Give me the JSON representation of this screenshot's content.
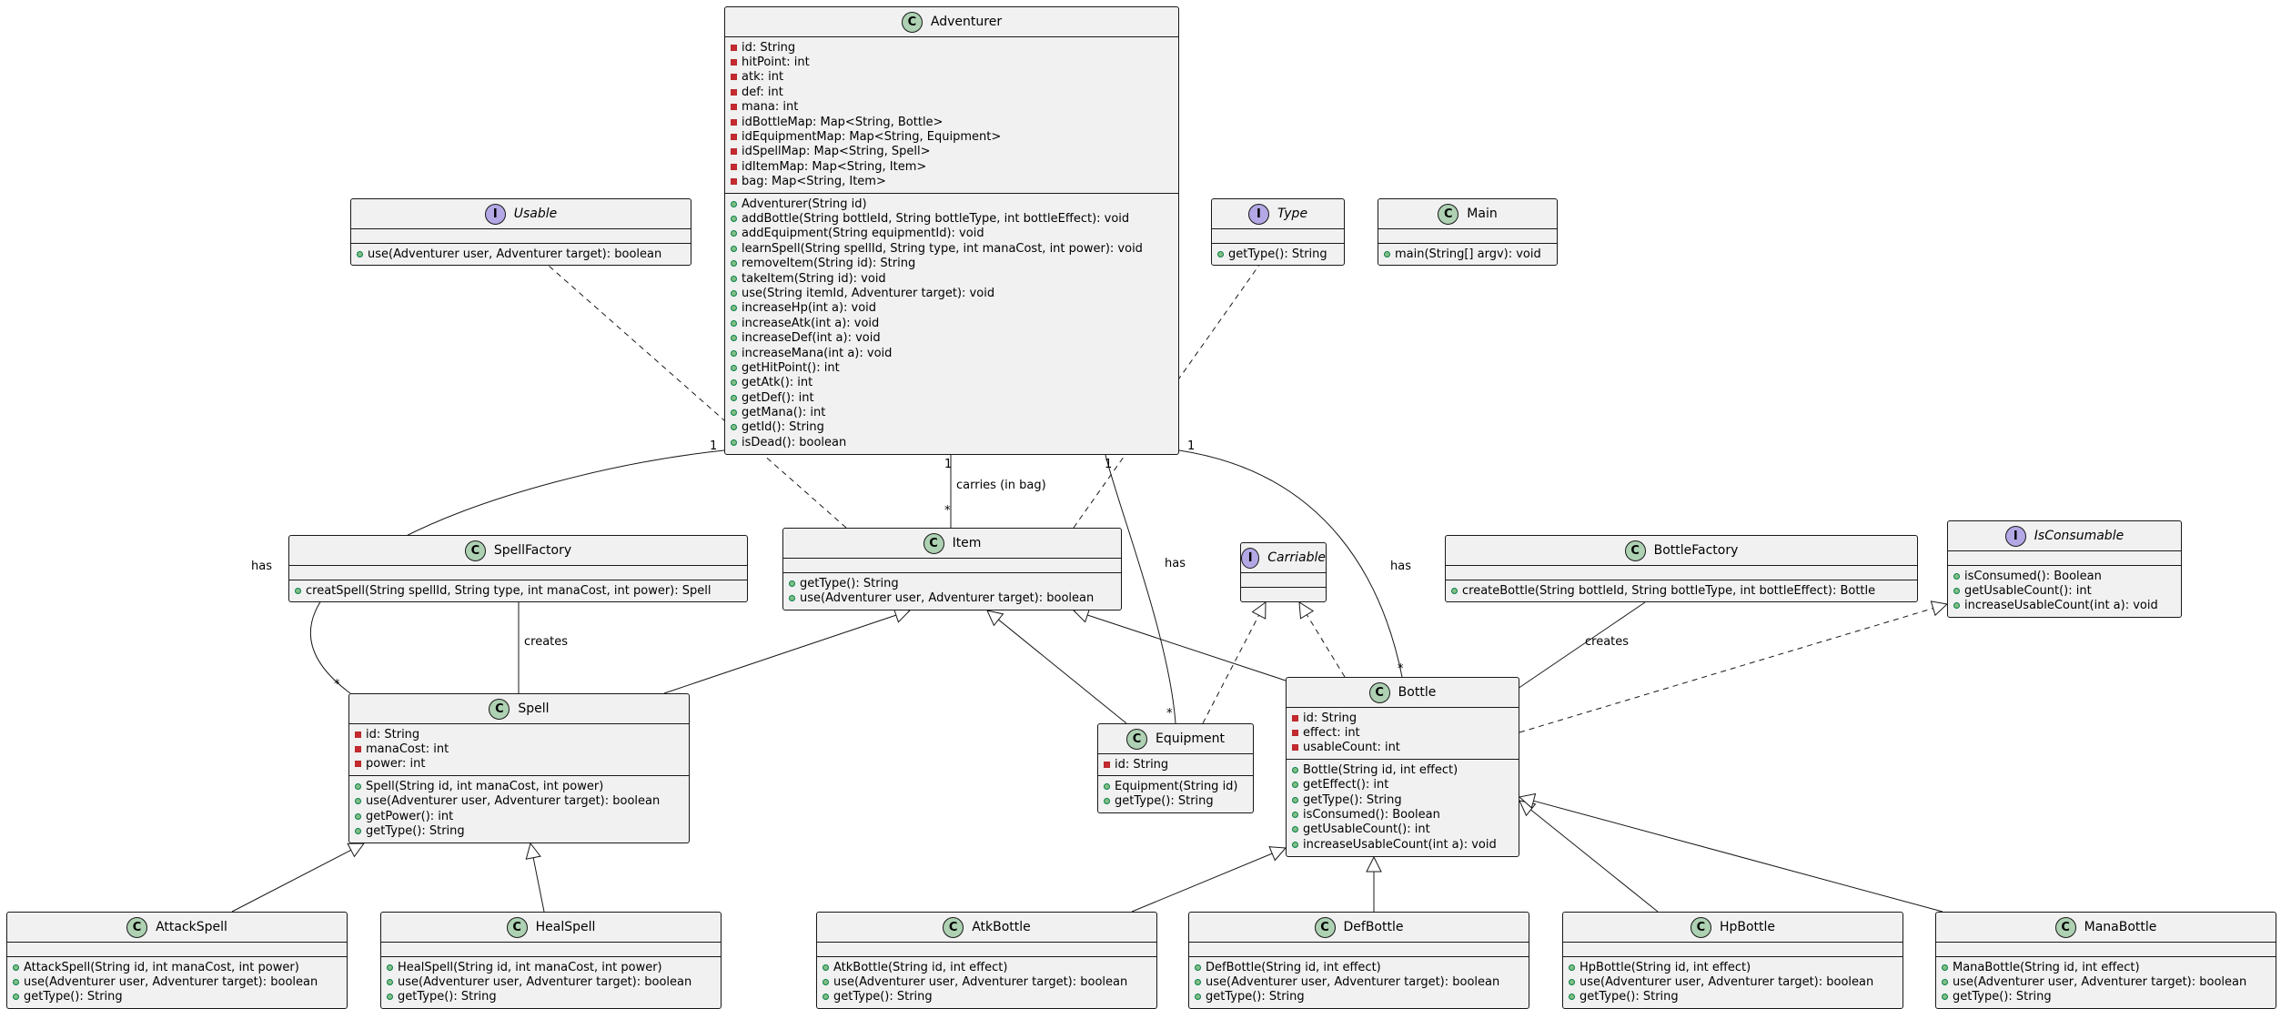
{
  "diagram": {
    "classes": [
      {
        "id": "adventurer",
        "name": "Adventurer",
        "kind": "class",
        "fields": [
          {
            "v": "-",
            "t": "id: String"
          },
          {
            "v": "-",
            "t": "hitPoint: int"
          },
          {
            "v": "-",
            "t": "atk: int"
          },
          {
            "v": "-",
            "t": "def: int"
          },
          {
            "v": "-",
            "t": "mana: int"
          },
          {
            "v": "-",
            "t": "idBottleMap: Map<String, Bottle>"
          },
          {
            "v": "-",
            "t": "idEquipmentMap: Map<String, Equipment>"
          },
          {
            "v": "-",
            "t": "idSpellMap: Map<String, Spell>"
          },
          {
            "v": "-",
            "t": "idItemMap: Map<String, Item>"
          },
          {
            "v": "-",
            "t": "bag: Map<String, Item>"
          }
        ],
        "methods": [
          {
            "v": "+",
            "t": "Adventurer(String id)"
          },
          {
            "v": "+",
            "t": "addBottle(String bottleId, String bottleType, int bottleEffect): void"
          },
          {
            "v": "+",
            "t": "addEquipment(String equipmentId): void"
          },
          {
            "v": "+",
            "t": "learnSpell(String spellId, String type, int manaCost, int power): void"
          },
          {
            "v": "+",
            "t": "removeItem(String id): String"
          },
          {
            "v": "+",
            "t": "takeItem(String id): void"
          },
          {
            "v": "+",
            "t": "use(String itemId, Adventurer target): void"
          },
          {
            "v": "+",
            "t": "increaseHp(int a): void"
          },
          {
            "v": "+",
            "t": "increaseAtk(int a): void"
          },
          {
            "v": "+",
            "t": "increaseDef(int a): void"
          },
          {
            "v": "+",
            "t": "increaseMana(int a): void"
          },
          {
            "v": "+",
            "t": "getHitPoint(): int"
          },
          {
            "v": "+",
            "t": "getAtk(): int"
          },
          {
            "v": "+",
            "t": "getDef(): int"
          },
          {
            "v": "+",
            "t": "getMana(): int"
          },
          {
            "v": "+",
            "t": "getId(): String"
          },
          {
            "v": "+",
            "t": "isDead(): boolean"
          }
        ]
      },
      {
        "id": "usable",
        "name": "Usable",
        "kind": "interface",
        "fields": [],
        "methods": [
          {
            "v": "+",
            "t": "use(Adventurer user, Adventurer target): boolean"
          }
        ]
      },
      {
        "id": "type",
        "name": "Type",
        "kind": "interface",
        "fields": [],
        "methods": [
          {
            "v": "+",
            "t": "getType(): String"
          }
        ]
      },
      {
        "id": "main",
        "name": "Main",
        "kind": "class",
        "fields": [],
        "methods": [
          {
            "v": "+",
            "t": "main(String[] argv): void"
          }
        ]
      },
      {
        "id": "spellfactory",
        "name": "SpellFactory",
        "kind": "class",
        "fields": [],
        "methods": [
          {
            "v": "+",
            "t": "creatSpell(String spellId, String type, int manaCost, int power): Spell"
          }
        ]
      },
      {
        "id": "item",
        "name": "Item",
        "kind": "class",
        "fields": [],
        "methods": [
          {
            "v": "+",
            "t": "getType(): String"
          },
          {
            "v": "+",
            "t": "use(Adventurer user, Adventurer target): boolean"
          }
        ]
      },
      {
        "id": "carriable",
        "name": "Carriable",
        "kind": "interface",
        "fields": [],
        "methods": []
      },
      {
        "id": "bottlefactory",
        "name": "BottleFactory",
        "kind": "class",
        "fields": [],
        "methods": [
          {
            "v": "+",
            "t": "createBottle(String bottleId, String bottleType, int bottleEffect): Bottle"
          }
        ]
      },
      {
        "id": "isconsumable",
        "name": "IsConsumable",
        "kind": "interface",
        "fields": [],
        "methods": [
          {
            "v": "+",
            "t": "isConsumed(): Boolean"
          },
          {
            "v": "+",
            "t": "getUsableCount(): int"
          },
          {
            "v": "+",
            "t": "increaseUsableCount(int a): void"
          }
        ]
      },
      {
        "id": "spell",
        "name": "Spell",
        "kind": "class",
        "fields": [
          {
            "v": "-",
            "t": "id: String"
          },
          {
            "v": "-",
            "t": "manaCost: int"
          },
          {
            "v": "-",
            "t": "power: int"
          }
        ],
        "methods": [
          {
            "v": "+",
            "t": "Spell(String id, int manaCost, int power)"
          },
          {
            "v": "+",
            "t": "use(Adventurer user, Adventurer target): boolean"
          },
          {
            "v": "+",
            "t": "getPower(): int"
          },
          {
            "v": "+",
            "t": "getType(): String"
          }
        ]
      },
      {
        "id": "equipment",
        "name": "Equipment",
        "kind": "class",
        "fields": [
          {
            "v": "-",
            "t": "id: String"
          }
        ],
        "methods": [
          {
            "v": "+",
            "t": "Equipment(String id)"
          },
          {
            "v": "+",
            "t": "getType(): String"
          }
        ]
      },
      {
        "id": "bottle",
        "name": "Bottle",
        "kind": "class",
        "fields": [
          {
            "v": "-",
            "t": "id: String"
          },
          {
            "v": "-",
            "t": "effect: int"
          },
          {
            "v": "-",
            "t": "usableCount: int"
          }
        ],
        "methods": [
          {
            "v": "+",
            "t": "Bottle(String id, int effect)"
          },
          {
            "v": "+",
            "t": "getEffect(): int"
          },
          {
            "v": "+",
            "t": "getType(): String"
          },
          {
            "v": "+",
            "t": "isConsumed(): Boolean"
          },
          {
            "v": "+",
            "t": "getUsableCount(): int"
          },
          {
            "v": "+",
            "t": "increaseUsableCount(int a): void"
          }
        ]
      },
      {
        "id": "attackspell",
        "name": "AttackSpell",
        "kind": "class",
        "fields": [],
        "methods": [
          {
            "v": "+",
            "t": "AttackSpell(String id, int manaCost, int power)"
          },
          {
            "v": "+",
            "t": "use(Adventurer user, Adventurer target): boolean"
          },
          {
            "v": "+",
            "t": "getType(): String"
          }
        ]
      },
      {
        "id": "healspell",
        "name": "HealSpell",
        "kind": "class",
        "fields": [],
        "methods": [
          {
            "v": "+",
            "t": "HealSpell(String id, int manaCost, int power)"
          },
          {
            "v": "+",
            "t": "use(Adventurer user, Adventurer target): boolean"
          },
          {
            "v": "+",
            "t": "getType(): String"
          }
        ]
      },
      {
        "id": "atkbottle",
        "name": "AtkBottle",
        "kind": "class",
        "fields": [],
        "methods": [
          {
            "v": "+",
            "t": "AtkBottle(String id, int effect)"
          },
          {
            "v": "+",
            "t": "use(Adventurer user, Adventurer target): boolean"
          },
          {
            "v": "+",
            "t": "getType(): String"
          }
        ]
      },
      {
        "id": "defbottle",
        "name": "DefBottle",
        "kind": "class",
        "fields": [],
        "methods": [
          {
            "v": "+",
            "t": "DefBottle(String id, int effect)"
          },
          {
            "v": "+",
            "t": "use(Adventurer user, Adventurer target): boolean"
          },
          {
            "v": "+",
            "t": "getType(): String"
          }
        ]
      },
      {
        "id": "hpbottle",
        "name": "HpBottle",
        "kind": "class",
        "fields": [],
        "methods": [
          {
            "v": "+",
            "t": "HpBottle(String id, int effect)"
          },
          {
            "v": "+",
            "t": "use(Adventurer user, Adventurer target): boolean"
          },
          {
            "v": "+",
            "t": "getType(): String"
          }
        ]
      },
      {
        "id": "manabottle",
        "name": "ManaBottle",
        "kind": "class",
        "fields": [],
        "methods": [
          {
            "v": "+",
            "t": "ManaBottle(String id, int effect)"
          },
          {
            "v": "+",
            "t": "use(Adventurer user, Adventurer target): boolean"
          },
          {
            "v": "+",
            "t": "getType(): String"
          }
        ]
      }
    ],
    "relations": [
      {
        "from": "adventurer",
        "to": "spell",
        "kind": "association",
        "label": "has",
        "from_mult": "1",
        "to_mult": "*"
      },
      {
        "from": "adventurer",
        "to": "item",
        "kind": "association",
        "label": "carries (in bag)",
        "from_mult": "1",
        "to_mult": "*"
      },
      {
        "from": "adventurer",
        "to": "equipment",
        "kind": "association",
        "label": "has",
        "from_mult": "1",
        "to_mult": "*"
      },
      {
        "from": "adventurer",
        "to": "bottle",
        "kind": "association",
        "label": "has",
        "from_mult": "1",
        "to_mult": "*"
      },
      {
        "from": "item",
        "to": "usable",
        "kind": "realization",
        "label": ""
      },
      {
        "from": "item",
        "to": "type",
        "kind": "realization",
        "label": ""
      },
      {
        "from": "spellfactory",
        "to": "spell",
        "kind": "association",
        "label": "creates"
      },
      {
        "from": "bottlefactory",
        "to": "bottle",
        "kind": "association",
        "label": "creates"
      },
      {
        "from": "spell",
        "to": "item",
        "kind": "generalization",
        "label": ""
      },
      {
        "from": "equipment",
        "to": "item",
        "kind": "generalization",
        "label": ""
      },
      {
        "from": "bottle",
        "to": "item",
        "kind": "generalization",
        "label": ""
      },
      {
        "from": "equipment",
        "to": "carriable",
        "kind": "realization",
        "label": ""
      },
      {
        "from": "bottle",
        "to": "carriable",
        "kind": "realization",
        "label": ""
      },
      {
        "from": "bottle",
        "to": "isconsumable",
        "kind": "realization",
        "label": ""
      },
      {
        "from": "attackspell",
        "to": "spell",
        "kind": "generalization",
        "label": ""
      },
      {
        "from": "healspell",
        "to": "spell",
        "kind": "generalization",
        "label": ""
      },
      {
        "from": "atkbottle",
        "to": "bottle",
        "kind": "generalization",
        "label": ""
      },
      {
        "from": "defbottle",
        "to": "bottle",
        "kind": "generalization",
        "label": ""
      },
      {
        "from": "hpbottle",
        "to": "bottle",
        "kind": "generalization",
        "label": ""
      },
      {
        "from": "manabottle",
        "to": "bottle",
        "kind": "generalization",
        "label": ""
      }
    ]
  }
}
